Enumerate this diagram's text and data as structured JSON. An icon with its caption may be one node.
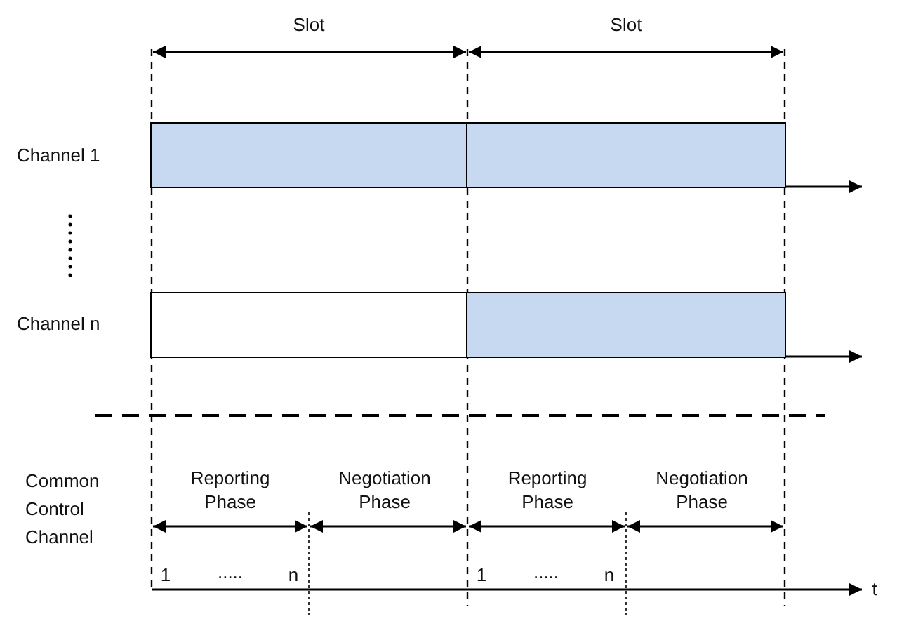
{
  "diagram": {
    "nodes": [
      {
        "text": [],
        "shape": "box"
      },
      {
        "text": [],
        "shape": "box"
      },
      {
        "text": [],
        "shape": "box"
      },
      {
        "text": [],
        "shape": "box"
      }
    ],
    "labels": [
      "Slot",
      "Slot",
      "Channel 1",
      "Channel n",
      "Common Control Channel",
      "Reporting Phase",
      "Negotiation Phase",
      "Reporting Phase",
      "Negotiation Phase",
      "1",
      ".....",
      "n",
      "1",
      ".....",
      "n",
      "t"
    ]
  }
}
